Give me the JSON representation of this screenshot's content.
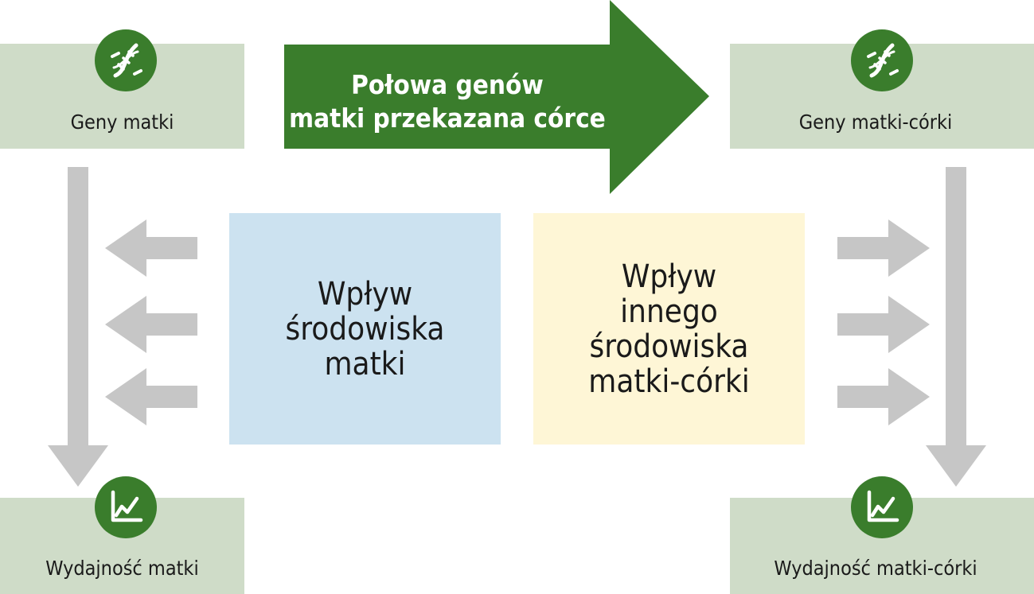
{
  "colors": {
    "green": "#3a7d2c",
    "box_green": "#cfdcc8",
    "env_blue": "#cce2f0",
    "env_yellow": "#fef6d6",
    "arrow_grey": "#c6c6c6"
  },
  "inheritance_arrow": {
    "text": "Połowa genów\nmatki przekazana córce"
  },
  "mother_genes": {
    "label": "Geny matki",
    "icon": "dna-icon"
  },
  "daughter_genes": {
    "label": "Geny matki-córki",
    "icon": "dna-icon"
  },
  "mother_performance": {
    "label": "Wydajność matki",
    "icon": "line-chart-icon"
  },
  "daughter_performance": {
    "label": "Wydajność matki-córki",
    "icon": "line-chart-icon"
  },
  "mother_environment": {
    "text": "Wpływ\nśrodowiska\nmatki"
  },
  "daughter_environment": {
    "text": "Wpływ\ninnego\nśrodowiska\nmatki-córki"
  }
}
